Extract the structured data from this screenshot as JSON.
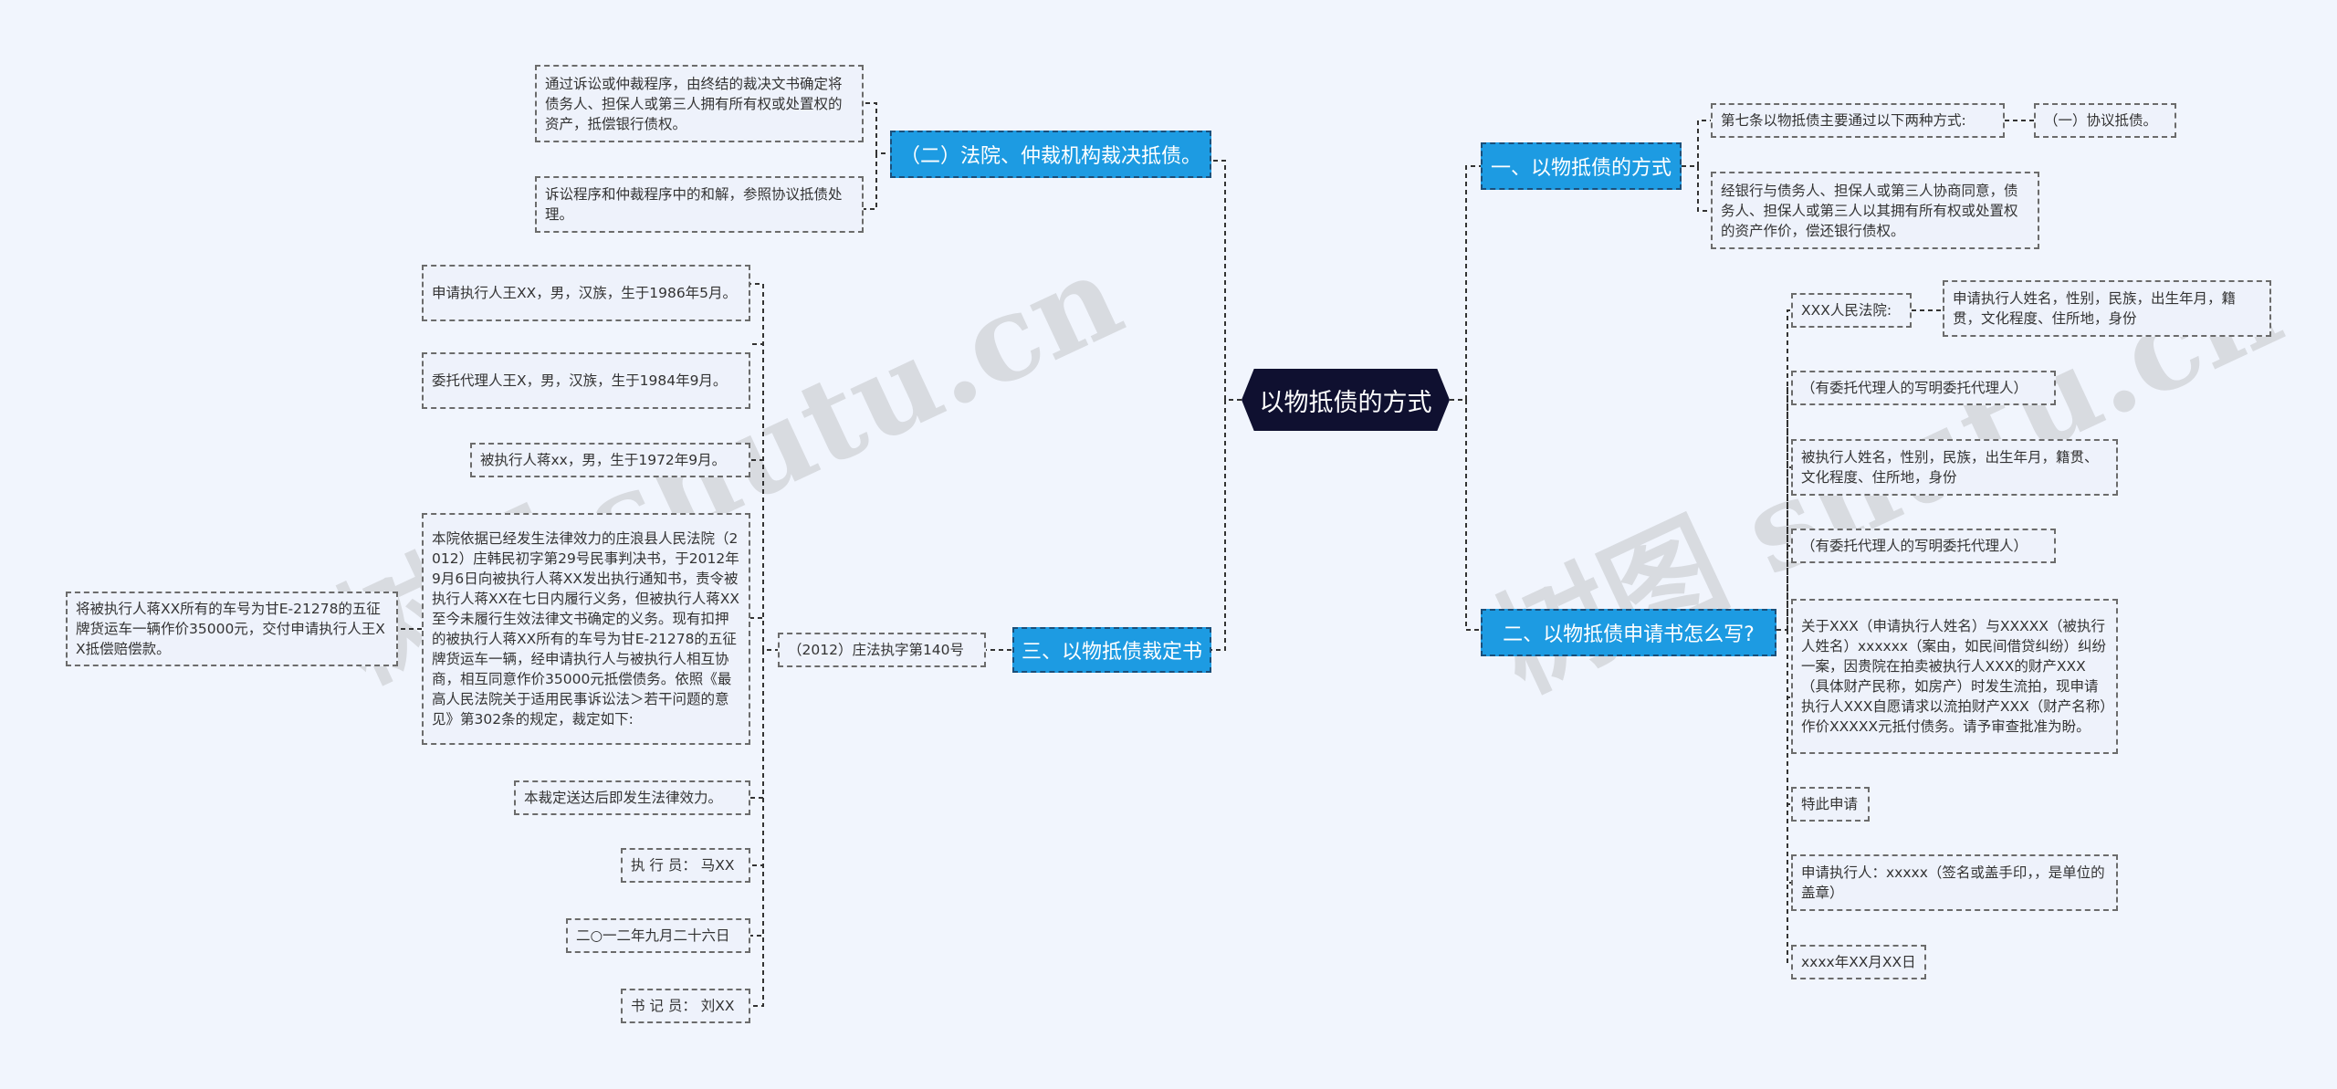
{
  "root": {
    "label": "以物抵债的方式"
  },
  "watermark": "树图 shutu.cn",
  "colors": {
    "root_bg": "#0f1030",
    "branch_bg": "#1d9be2",
    "leaf_bg": "#eef2fb",
    "line": "#333333"
  },
  "branches": {
    "court": {
      "label": "（二）法院、仲裁机构裁决抵债。"
    },
    "ruling": {
      "label": "三、以物抵债裁定书"
    },
    "ways": {
      "label": "一、以物抵债的方式"
    },
    "application": {
      "label": "二、以物抵债申请书怎么写?"
    }
  },
  "leaves": {
    "court_1": "通过诉讼或仲裁程序，由终结的裁决文书确定将债务人、担保人或第三人拥有所有权或处置权的资产，抵偿银行债权。",
    "court_2": "诉讼程序和仲裁程序中的和解，参照协议抵债处理。",
    "case_no": "（2012）庄法执字第140号",
    "ruling_1": "申请执行人王XX，男，汉族，生于1986年5月。",
    "ruling_2": "委托代理人王X，男，汉族，生于1984年9月。",
    "ruling_3": "被执行人蒋xx，男，生于1972年9月。",
    "ruling_4": "本院依据已经发生法律效力的庄浪县人民法院（2012）庄韩民初字第29号民事判决书，于2012年9月6日向被执行人蒋XX发出执行通知书，责令被执行人蒋XX在七日内履行义务，但被执行人蒋XX至今未履行生效法律文书确定的义务。现有扣押的被执行人蒋XX所有的车号为甘E-21278的五征牌货运车一辆，经申请执行人与被执行人相互协商，相互同意作价35000元抵偿债务。依照《最高人民法院关于适用民事诉讼法＞若干问题的意见》第302条的规定，裁定如下:",
    "ruling_4a": "将被执行人蒋XX所有的车号为甘E-21278的五征牌货运车一辆作价35000元，交付申请执行人王XX抵偿赔偿款。",
    "ruling_5": "本裁定送达后即发生法律效力。",
    "ruling_6": "执 行 员： 马XX",
    "ruling_7": "二○一二年九月二十六日",
    "ruling_8": "书 记 员： 刘XX",
    "ways_1": "第七条以物抵债主要通过以下两种方式:",
    "ways_1a": "（一）协议抵债。",
    "ways_2": "经银行与债务人、担保人或第三人协商同意，债务人、担保人或第三人以其拥有所有权或处置权的资产作价，偿还银行债权。",
    "app_1": "XXX人民法院:",
    "app_1a": "申请执行人姓名，性别，民族，出生年月，籍贯，文化程度、住所地，身份",
    "app_2": "（有委托代理人的写明委托代理人）",
    "app_3": "被执行人姓名，性别，民族，出生年月，籍贯、文化程度、住所地，身份",
    "app_4": "（有委托代理人的写明委托代理人）",
    "app_5": "关于XXX（申请执行人姓名）与XXXXX（被执行人姓名）xxxxxx（案由，如民间借贷纠纷）纠纷一案，因贵院在拍卖被执行人XXX的财产XXX（具体财产民称，如房产）时发生流拍，现申请执行人XXX自愿请求以流拍财产XXX（财产名称）作价XXXXX元抵付债务。请予审查批准为盼。",
    "app_6": "特此申请",
    "app_7": "申请执行人：xxxxx（签名或盖手印，，是单位的盖章）",
    "app_8": "xxxx年XX月XX日"
  }
}
